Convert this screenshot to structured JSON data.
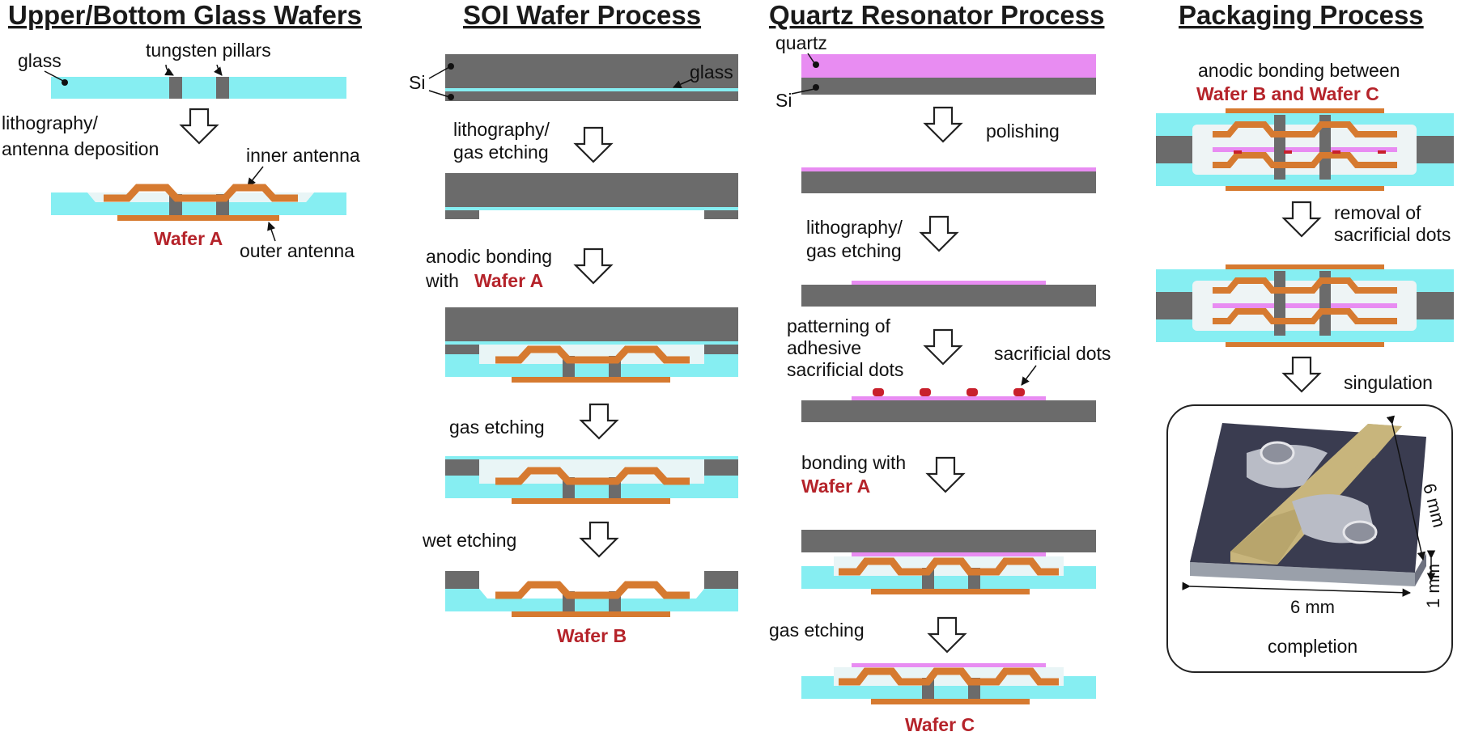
{
  "colors": {
    "glass": "#86eef2",
    "silicon": "#6b6b6b",
    "quartz": "#e88cf2",
    "antenna": "#d67a30",
    "tungsten": "#6b6b6b",
    "sacrificial_dot": "#c8202c",
    "highlight_red": "#b5232a",
    "chip_body": "#3a3c50",
    "chip_gold": "#c8b57c"
  },
  "columns": {
    "glass": {
      "title": "Upper/Bottom Glass Wafers",
      "labels": {
        "glass": "glass",
        "tungsten": "tungsten pillars",
        "litho1": "lithography/",
        "litho2": "antenna deposition",
        "inner": "inner antenna",
        "outer": "outer antenna",
        "wafer": "Wafer A"
      }
    },
    "soi": {
      "title": "SOI Wafer Process",
      "labels": {
        "si": "Si",
        "glass": "glass",
        "litho1": "lithography/",
        "litho2": "gas etching",
        "anodic1": "anodic bonding",
        "anodic2_prefix": "with",
        "anodic2_wafer": "Wafer A",
        "gas": "gas etching",
        "wet": "wet etching",
        "wafer": "Wafer B"
      }
    },
    "quartz": {
      "title": "Quartz Resonator Process",
      "labels": {
        "quartz": "quartz",
        "si": "Si",
        "polishing": "polishing",
        "litho1": "lithography/",
        "litho2": "gas etching",
        "pattern1": "patterning of",
        "pattern2": "adhesive",
        "pattern3": "sacrificial dots",
        "sac": "sacrificial dots",
        "bond1": "bonding with",
        "bond2": "Wafer A",
        "gas": "gas etching",
        "wafer": "Wafer C"
      }
    },
    "packaging": {
      "title": "Packaging Process",
      "labels": {
        "anodic1": "anodic bonding between",
        "anodic2": "Wafer B and Wafer C",
        "removal1": "removal of",
        "removal2": "sacrificial dots",
        "singulation": "singulation",
        "dim_h": "6 mm",
        "dim_w": "6 mm",
        "dim_t": "1 mm",
        "completion": "completion"
      }
    }
  }
}
